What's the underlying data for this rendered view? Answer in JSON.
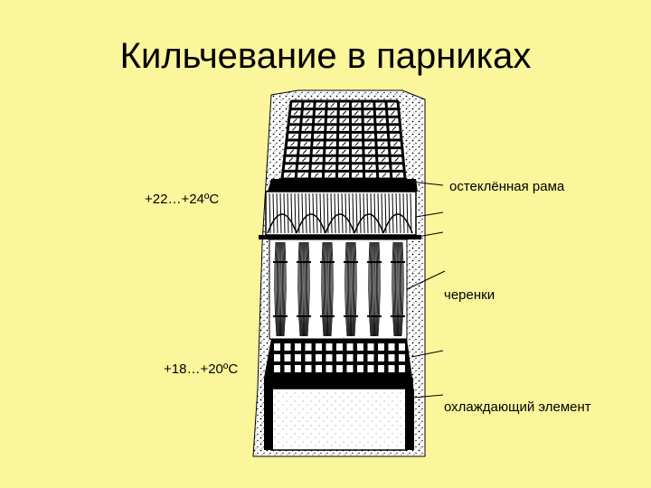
{
  "slide": {
    "title": "Кильчевание в парниках"
  },
  "labels": {
    "temp_top": "+22…+24ºC",
    "temp_bottom": "+18…+20ºC",
    "glass_frame": "остеклённая рама",
    "cuttings": "черенки",
    "cooling_element": "охлаждающий элемент"
  },
  "colors": {
    "background": "#FBF59B",
    "ink": "#000000",
    "paper": "#FFFFFF"
  }
}
